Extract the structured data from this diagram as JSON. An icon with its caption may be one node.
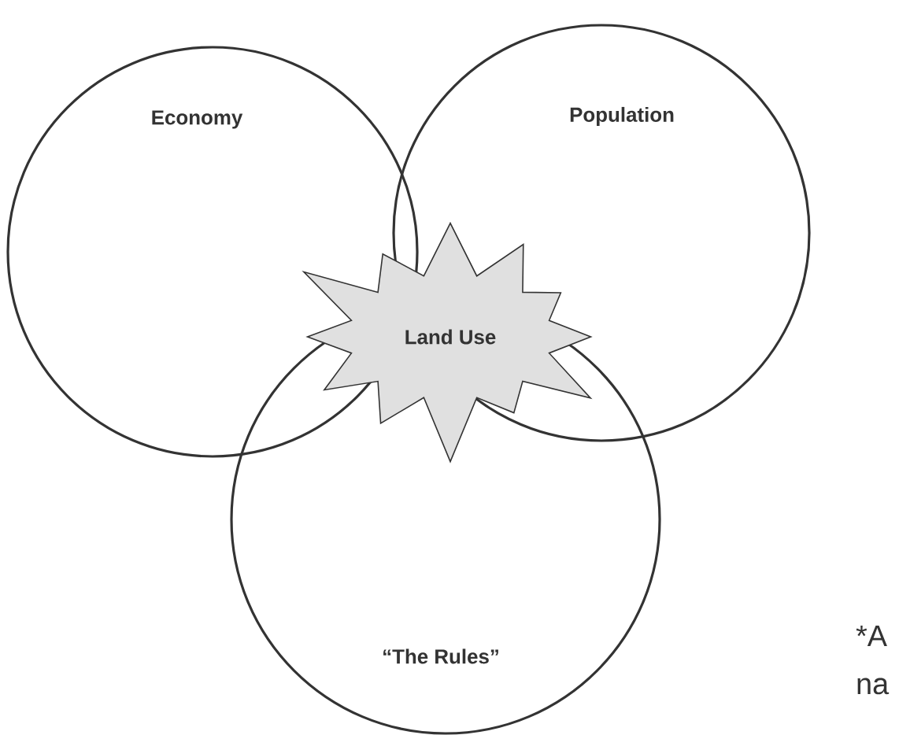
{
  "diagram": {
    "nodes": [
      {
        "text": [
          "Economy"
        ]
      },
      {
        "text": [
          "Population"
        ]
      },
      {
        "text": [
          "“The Rules”"
        ]
      },
      {
        "text": [
          "Land Use"
        ]
      }
    ],
    "labels": [
      "*A",
      "na"
    ]
  }
}
